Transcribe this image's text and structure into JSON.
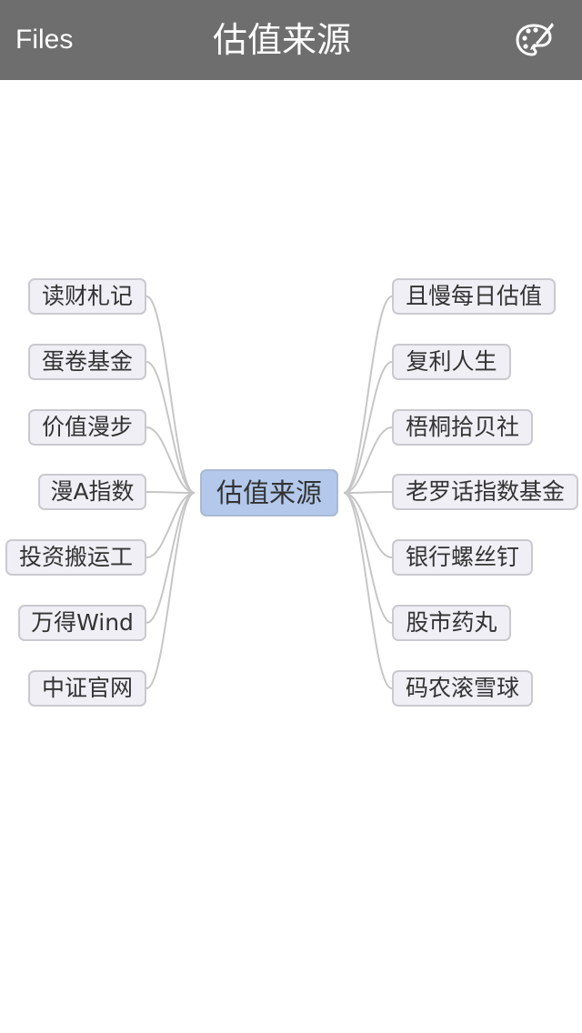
{
  "header": {
    "back_label": "Files",
    "title": "估值来源",
    "style_icon": "palette-brush-icon",
    "background_color": "#6e6e6e"
  },
  "mindmap": {
    "root": "估值来源",
    "left": [
      "读财札记",
      "蛋卷基金",
      "价值漫步",
      "漫A指数",
      "投资搬运工",
      "万得Wind",
      "中证官网"
    ],
    "right": [
      "且慢每日估值",
      "复利人生",
      "梧桐拾贝社",
      "老罗话指数基金",
      "银行螺丝钉",
      "股市药丸",
      "码农滚雪球"
    ],
    "colors": {
      "root_fill": "#b3c8eb",
      "node_fill": "#efeff5",
      "node_border": "#c9c9cf",
      "connector": "#c6c6c6"
    }
  }
}
